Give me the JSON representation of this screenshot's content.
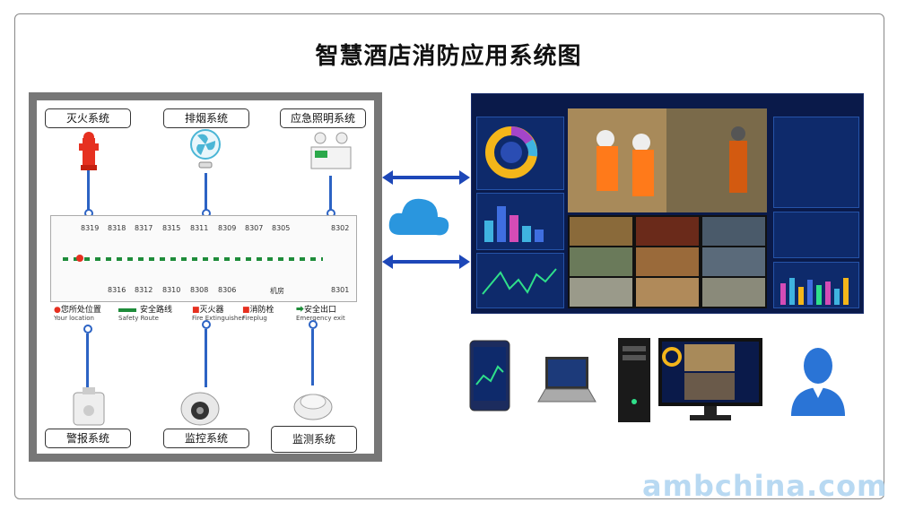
{
  "title": "智慧酒店消防应用系统图",
  "top_labels": [
    "灭火系统",
    "排烟系统",
    "应急照明系统"
  ],
  "bottom_labels": [
    "警报系统",
    "监控系统",
    "监测系统"
  ],
  "rooms_top": [
    "8319",
    "8318",
    "8317",
    "8315",
    "8311",
    "8309",
    "8307",
    "8305",
    "8302"
  ],
  "rooms_bottom": [
    "8316",
    "8312",
    "8310",
    "8308",
    "8306",
    "机房",
    "8301"
  ],
  "legend": [
    {
      "zh": "您所处位置",
      "en": "Your location"
    },
    {
      "zh": "安全路线",
      "en": "Safety Route"
    },
    {
      "zh": "灭火器",
      "en": "Fire Extinguisher"
    },
    {
      "zh": "消防栓",
      "en": "Fireplug"
    },
    {
      "zh": "安全出口",
      "en": "Emergency exit"
    }
  ],
  "watermark": "ambchina.com",
  "colors": {
    "link": "#2c63c4",
    "dashboard_bg": "#0a1a4a",
    "route": "#1e8c3a",
    "arrow": "#1d47b8"
  }
}
